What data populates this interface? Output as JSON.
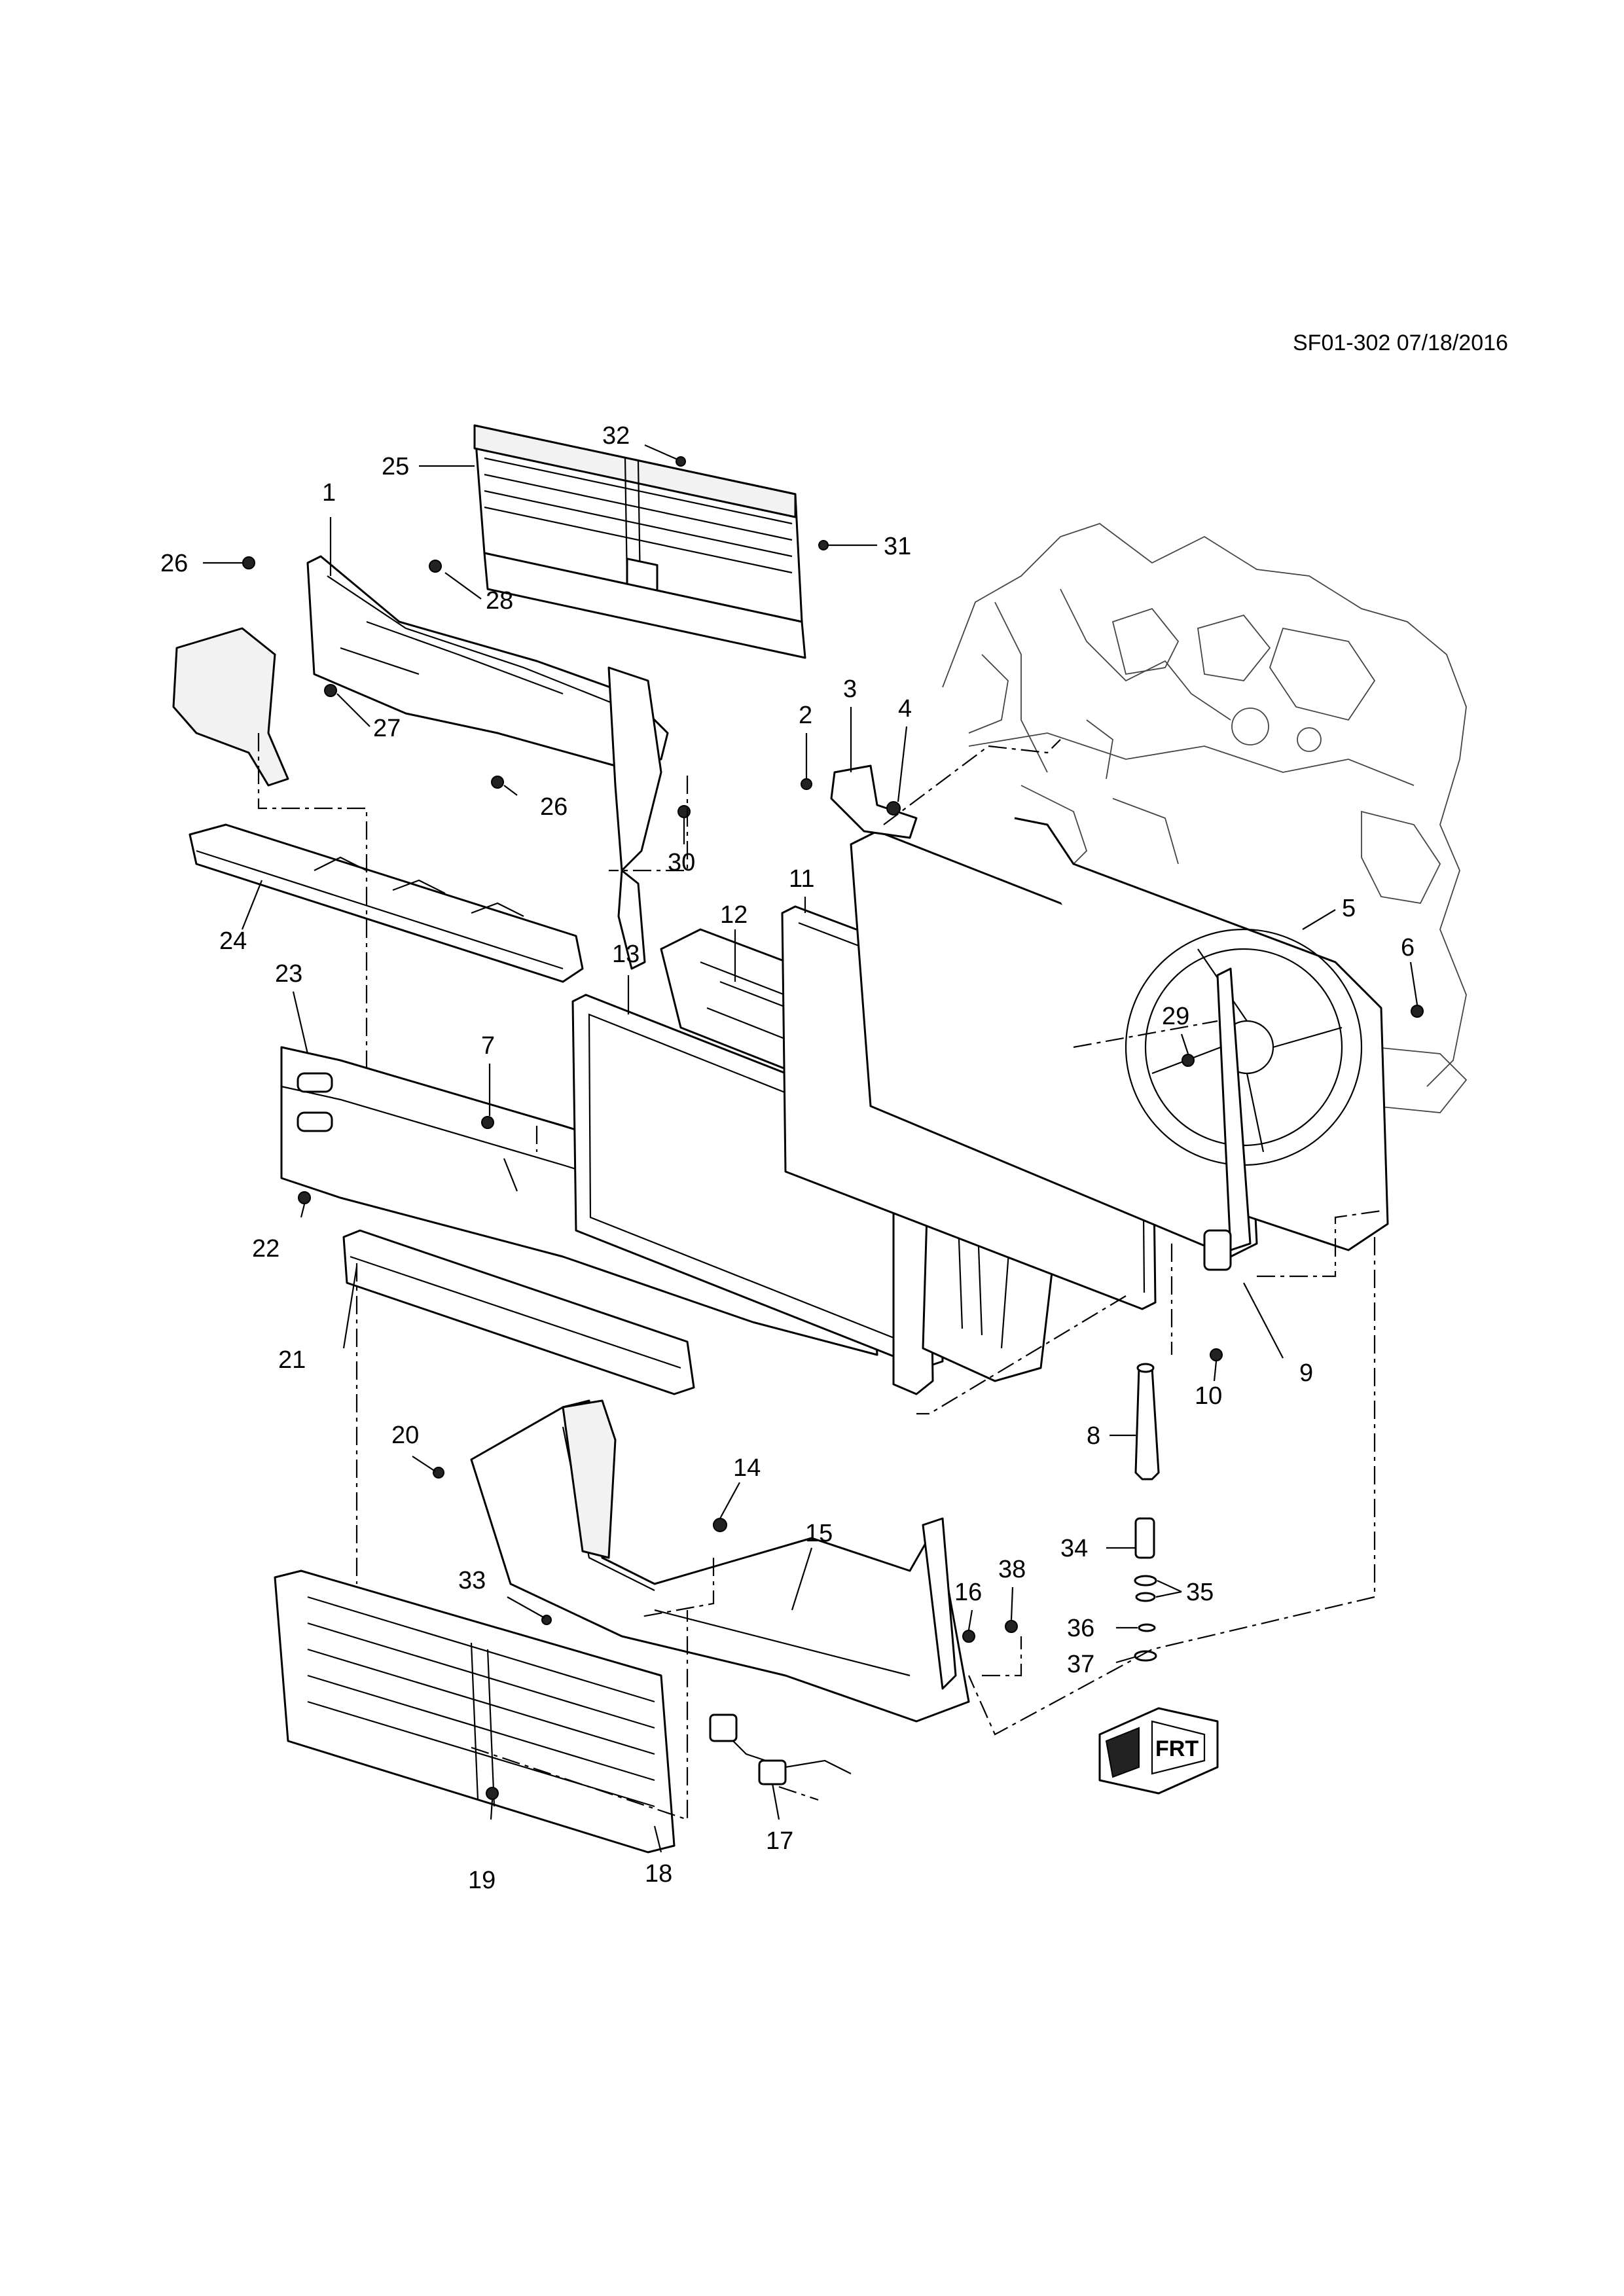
{
  "diagram": {
    "ref_code": "SF01-302 07/18/2016",
    "direction_badge": "FRT",
    "callouts": [
      {
        "id": "c1",
        "label": "1"
      },
      {
        "id": "c2",
        "label": "2"
      },
      {
        "id": "c3",
        "label": "3"
      },
      {
        "id": "c4",
        "label": "4"
      },
      {
        "id": "c5",
        "label": "5"
      },
      {
        "id": "c6",
        "label": "6"
      },
      {
        "id": "c7",
        "label": "7"
      },
      {
        "id": "c8",
        "label": "8"
      },
      {
        "id": "c9",
        "label": "9"
      },
      {
        "id": "c10",
        "label": "10"
      },
      {
        "id": "c11",
        "label": "11"
      },
      {
        "id": "c12",
        "label": "12"
      },
      {
        "id": "c13",
        "label": "13"
      },
      {
        "id": "c14",
        "label": "14"
      },
      {
        "id": "c15",
        "label": "15"
      },
      {
        "id": "c16",
        "label": "16"
      },
      {
        "id": "c17",
        "label": "17"
      },
      {
        "id": "c18",
        "label": "18"
      },
      {
        "id": "c19",
        "label": "19"
      },
      {
        "id": "c20",
        "label": "20"
      },
      {
        "id": "c21",
        "label": "21"
      },
      {
        "id": "c22",
        "label": "22"
      },
      {
        "id": "c23",
        "label": "23"
      },
      {
        "id": "c24",
        "label": "24"
      },
      {
        "id": "c25",
        "label": "25"
      },
      {
        "id": "c26a",
        "label": "26"
      },
      {
        "id": "c26b",
        "label": "26"
      },
      {
        "id": "c27",
        "label": "27"
      },
      {
        "id": "c28",
        "label": "28"
      },
      {
        "id": "c29",
        "label": "29"
      },
      {
        "id": "c30",
        "label": "30"
      },
      {
        "id": "c31",
        "label": "31"
      },
      {
        "id": "c32",
        "label": "32"
      },
      {
        "id": "c33",
        "label": "33"
      },
      {
        "id": "c34",
        "label": "34"
      },
      {
        "id": "c35",
        "label": "35"
      },
      {
        "id": "c36",
        "label": "36"
      },
      {
        "id": "c37",
        "label": "37"
      },
      {
        "id": "c38",
        "label": "38"
      }
    ]
  }
}
